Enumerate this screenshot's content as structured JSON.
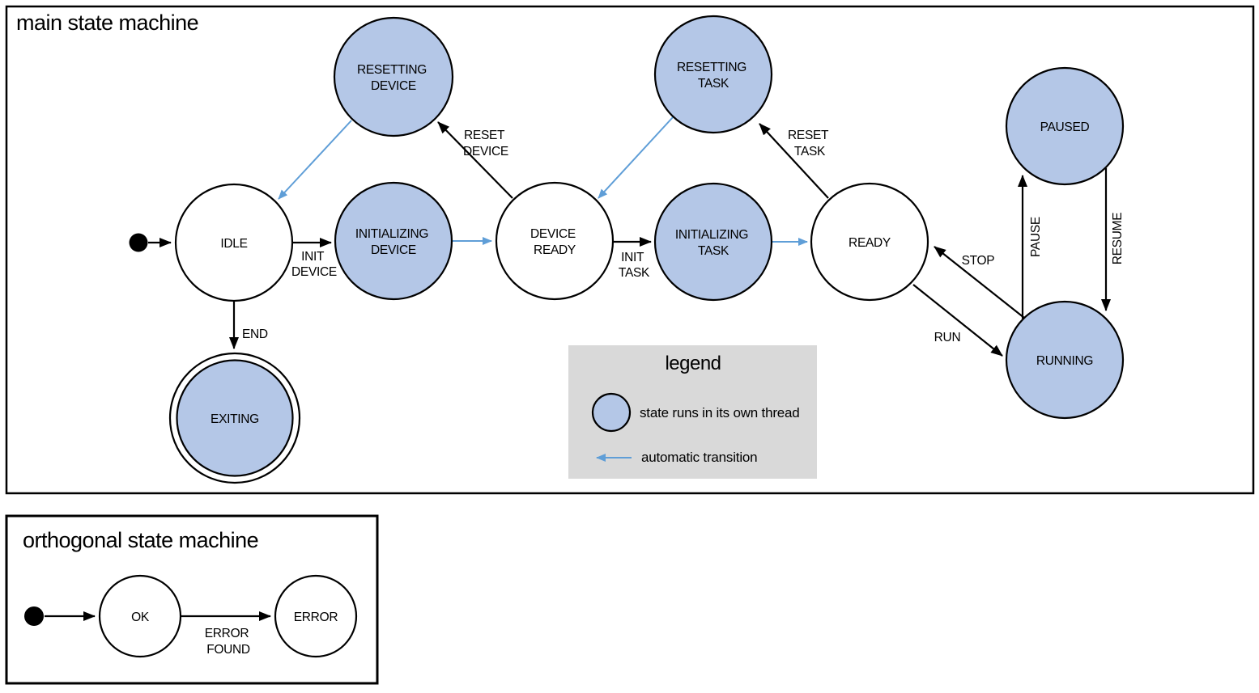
{
  "colors": {
    "threaded_state_fill": "#b4c7e7",
    "auto_transition_arrow": "#5f9ed7",
    "legend_background": "#d9d9d9",
    "outline": "#000000"
  },
  "main": {
    "title": "main state machine",
    "states": {
      "idle": {
        "label": "IDLE"
      },
      "resetting_device": {
        "line1": "RESETTING",
        "line2": "DEVICE"
      },
      "initializing_device": {
        "line1": "INITIALIZING",
        "line2": "DEVICE"
      },
      "device_ready": {
        "line1": "DEVICE",
        "line2": "READY"
      },
      "resetting_task": {
        "line1": "RESETTING",
        "line2": "TASK"
      },
      "initializing_task": {
        "line1": "INITIALIZING",
        "line2": "TASK"
      },
      "ready": {
        "label": "READY"
      },
      "paused": {
        "label": "PAUSED"
      },
      "running": {
        "label": "RUNNING"
      },
      "exiting": {
        "label": "EXITING"
      }
    },
    "transitions": {
      "init_device": {
        "line1": "INIT",
        "line2": "DEVICE"
      },
      "end": {
        "label": "END"
      },
      "reset_device": {
        "line1": "RESET",
        "line2": "DEVICE"
      },
      "init_task": {
        "line1": "INIT",
        "line2": "TASK"
      },
      "reset_task": {
        "line1": "RESET",
        "line2": "TASK"
      },
      "stop": {
        "label": "STOP"
      },
      "run": {
        "label": "RUN"
      },
      "pause": {
        "label": "PAUSE"
      },
      "resume": {
        "label": "RESUME"
      }
    }
  },
  "legend": {
    "title": "legend",
    "thread_item": "state runs in its own thread",
    "auto_item": "automatic transition"
  },
  "orthogonal": {
    "title": "orthogonal state machine",
    "states": {
      "ok": {
        "label": "OK"
      },
      "error": {
        "label": "ERROR"
      }
    },
    "transitions": {
      "error_found": {
        "line1": "ERROR",
        "line2": "FOUND"
      }
    }
  }
}
